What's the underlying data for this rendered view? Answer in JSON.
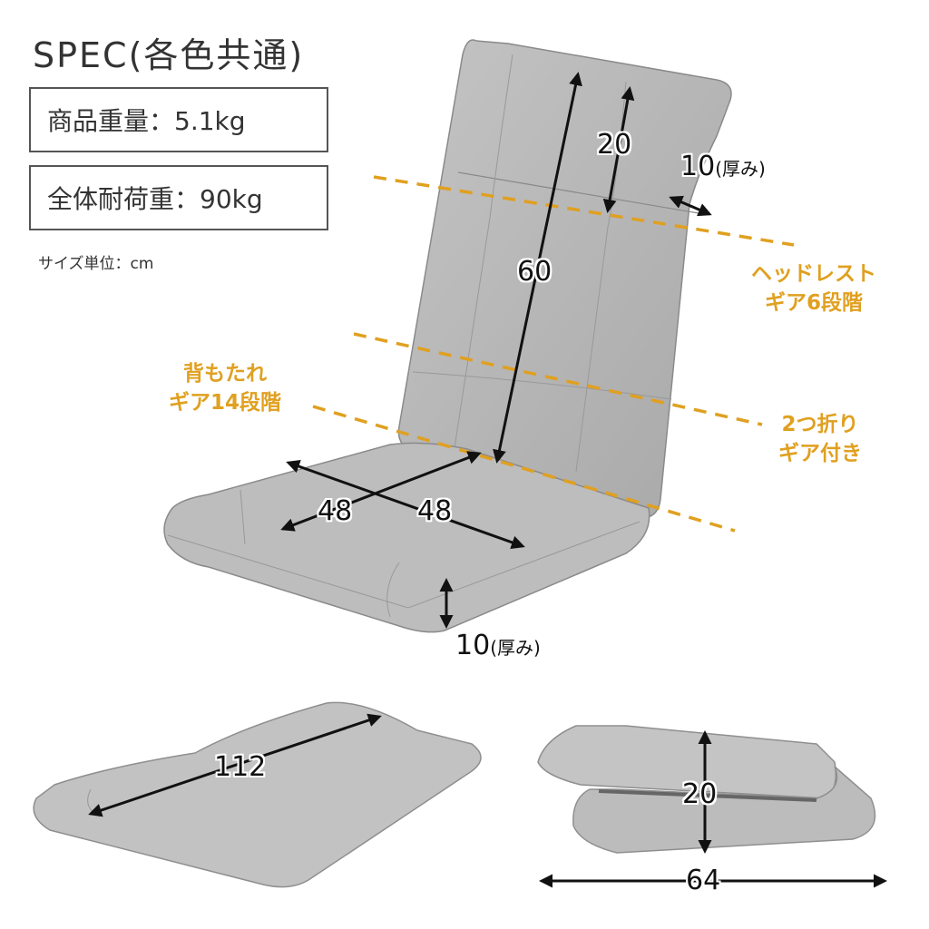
{
  "spec": {
    "title": "SPEC(各色共通)",
    "weight_label": "商品重量：5.1kg",
    "load_label": "全体耐荷重：90kg",
    "unit_label": "サイズ単位：cm"
  },
  "notes": {
    "headrest_line1": "ヘッドレスト",
    "headrest_line2": "ギア6段階",
    "backrest_line1": "背もたれ",
    "backrest_line2": "ギア14段階",
    "fold_line1": "2つ折り",
    "fold_line2": "ギア付き"
  },
  "dimensions": {
    "headrest_height": "20",
    "headrest_thickness": "10",
    "headrest_thickness_suffix": "(厚み)",
    "backrest_height": "60",
    "seat_width": "48",
    "seat_depth": "48",
    "seat_thickness": "10",
    "seat_thickness_suffix": "(厚み)",
    "flat_length": "112",
    "folded_height": "20",
    "folded_width": "64"
  },
  "colors": {
    "accent_orange": "#e0a020",
    "fabric_gray": "#b4b4b4",
    "arrow": "#111111"
  }
}
